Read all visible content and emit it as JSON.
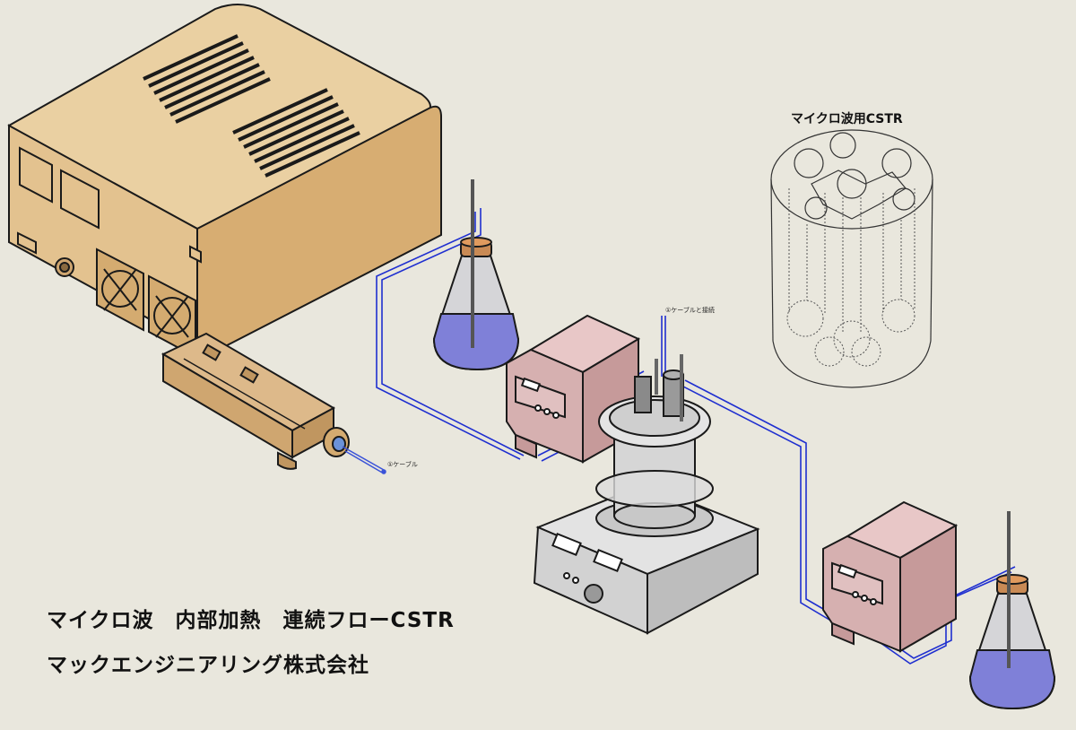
{
  "diagram": {
    "title": "マイクロ波　内部加熱　連続フローCSTR",
    "company": "マックエンジニアリング株式会社",
    "cstr_caption": "マイクロ波用CSTR",
    "callouts": {
      "cable": "①ケーブル",
      "cable_connect": "①ケーブルと接続"
    }
  },
  "colors": {
    "background": "#e9e7dd",
    "generator_body": "#e3c28f",
    "generator_side": "#d7ad72",
    "pump_top": "#e8c7c7",
    "pump_body": "#c69a9a",
    "tubing": "#1f2fd0",
    "liquid": "#7f80d8",
    "outline": "#1a1a1a"
  }
}
